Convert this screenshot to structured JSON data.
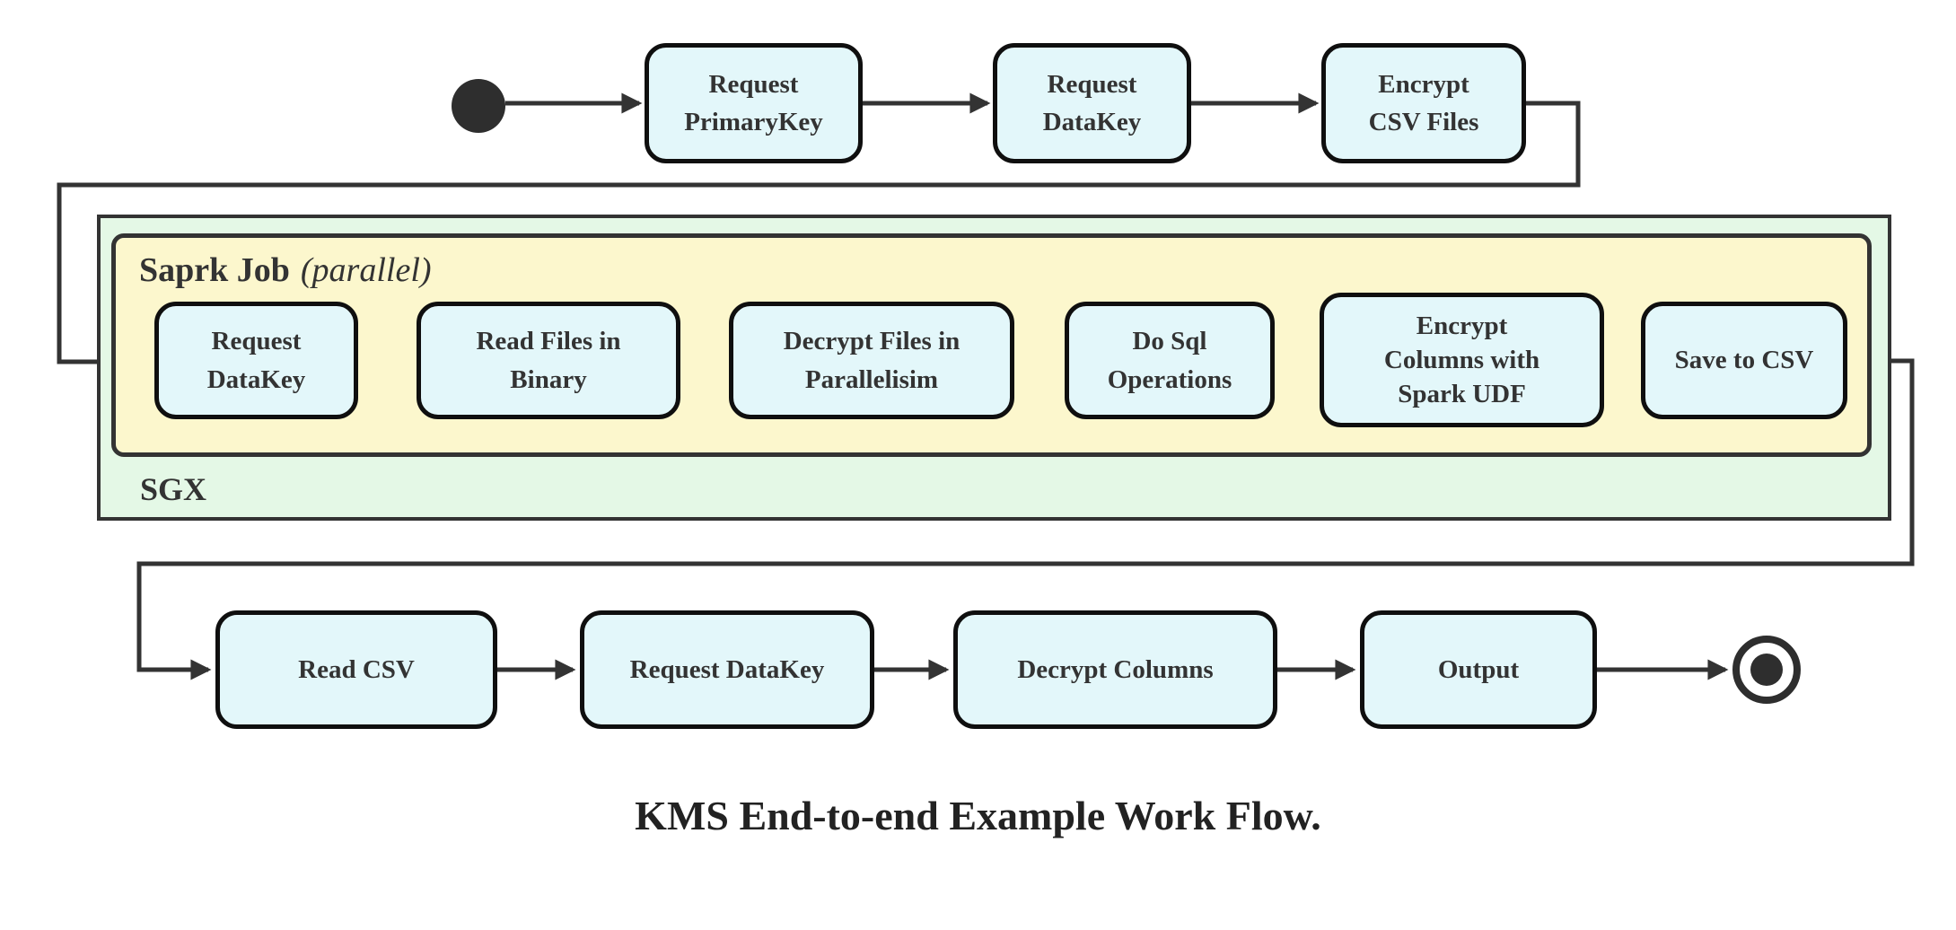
{
  "diagram": {
    "caption": "KMS End-to-end Example Work Flow.",
    "containers": {
      "sgx": {
        "label": "SGX"
      },
      "spark": {
        "label_bold": "Saprk Job",
        "label_italic": "(parallel)"
      }
    },
    "nodes": {
      "top": [
        {
          "line1": "Request",
          "line2": "PrimaryKey"
        },
        {
          "line1": "Request",
          "line2": "DataKey"
        },
        {
          "line1": "Encrypt",
          "line2": "CSV Files"
        }
      ],
      "spark": [
        {
          "line1": "Request",
          "line2": "DataKey"
        },
        {
          "line1": "Read Files in",
          "line2": "Binary"
        },
        {
          "line1": "Decrypt Files in",
          "line2": "Parallelisim"
        },
        {
          "line1": "Do Sql",
          "line2": "Operations"
        },
        {
          "line1": "Encrypt",
          "line2": "Columns with",
          "line3": "Spark UDF"
        },
        {
          "line1": "Save to CSV"
        }
      ],
      "bottom": [
        {
          "line1": "Read CSV"
        },
        {
          "line1": "Request DataKey"
        },
        {
          "line1": "Decrypt Columns"
        },
        {
          "line1": "Output"
        }
      ]
    },
    "colors": {
      "node_fill": "#e3f7fa",
      "node_border": "#0f0f0f",
      "sgx_fill": "#e4f8e6",
      "spark_fill": "#fcf7cd",
      "container_border": "#333333",
      "edge_line": "#333333",
      "text": "#333333"
    }
  }
}
